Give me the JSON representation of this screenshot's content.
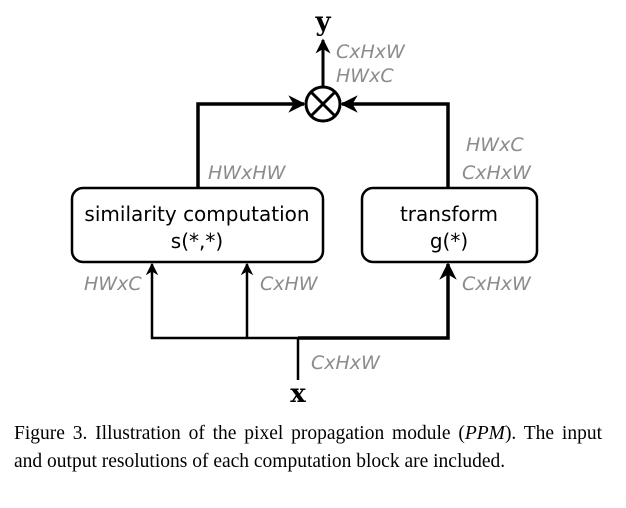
{
  "diagram": {
    "output_label": "y",
    "input_label": "x",
    "operator_symbol": "multiply-circle",
    "blocks": [
      {
        "id": "similarity",
        "title": "similarity computation",
        "func": "s(*,*)"
      },
      {
        "id": "transform",
        "title": "transform",
        "func": "g(*)"
      }
    ],
    "dims": {
      "output_1": "CxHxW",
      "output_2": "HWxC",
      "similarity_out": "HWxHW",
      "transform_out_1": "HWxC",
      "transform_out_2": "CxHxW",
      "similarity_in_left": "HWxC",
      "similarity_in_right": "CxHW",
      "transform_in": "CxHxW",
      "input": "CxHxW"
    }
  },
  "caption": {
    "prefix": "Figure 3. Illustration of the pixel propagation module (",
    "abbrev": "PPM",
    "suffix": "). The input and output resolutions of each computation block are included."
  }
}
